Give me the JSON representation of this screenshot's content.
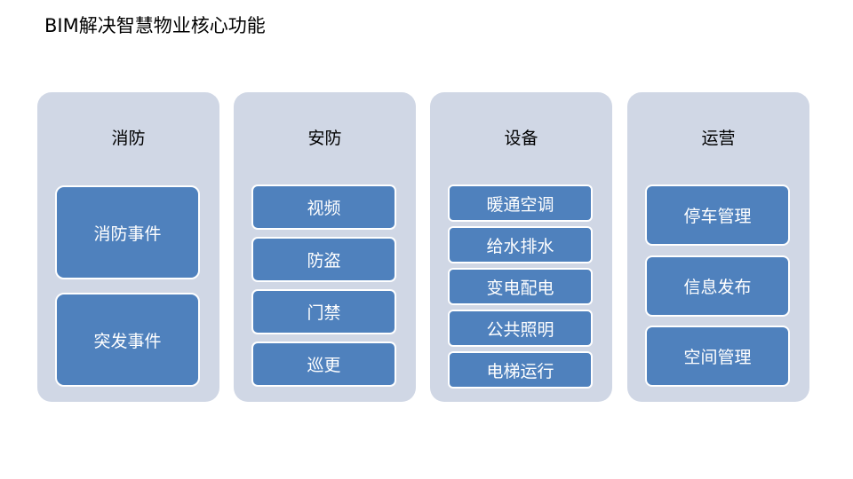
{
  "title": "BIM解决智慧物业核心功能",
  "columns": [
    {
      "heading": "消防",
      "items": [
        "消防事件",
        "突发事件"
      ]
    },
    {
      "heading": "安防",
      "items": [
        "视频",
        "防盗",
        "门禁",
        "巡更"
      ]
    },
    {
      "heading": "设备",
      "items": [
        "暖通空调",
        "给水排水",
        "变电配电",
        "公共照明",
        "电梯运行"
      ]
    },
    {
      "heading": "运营",
      "items": [
        "停车管理",
        "信息发布",
        "空间管理"
      ]
    }
  ],
  "colors": {
    "column_bg": "#d0d7e5",
    "item_bg": "#4f81bd",
    "item_border": "#ffffff",
    "item_text": "#ffffff"
  }
}
